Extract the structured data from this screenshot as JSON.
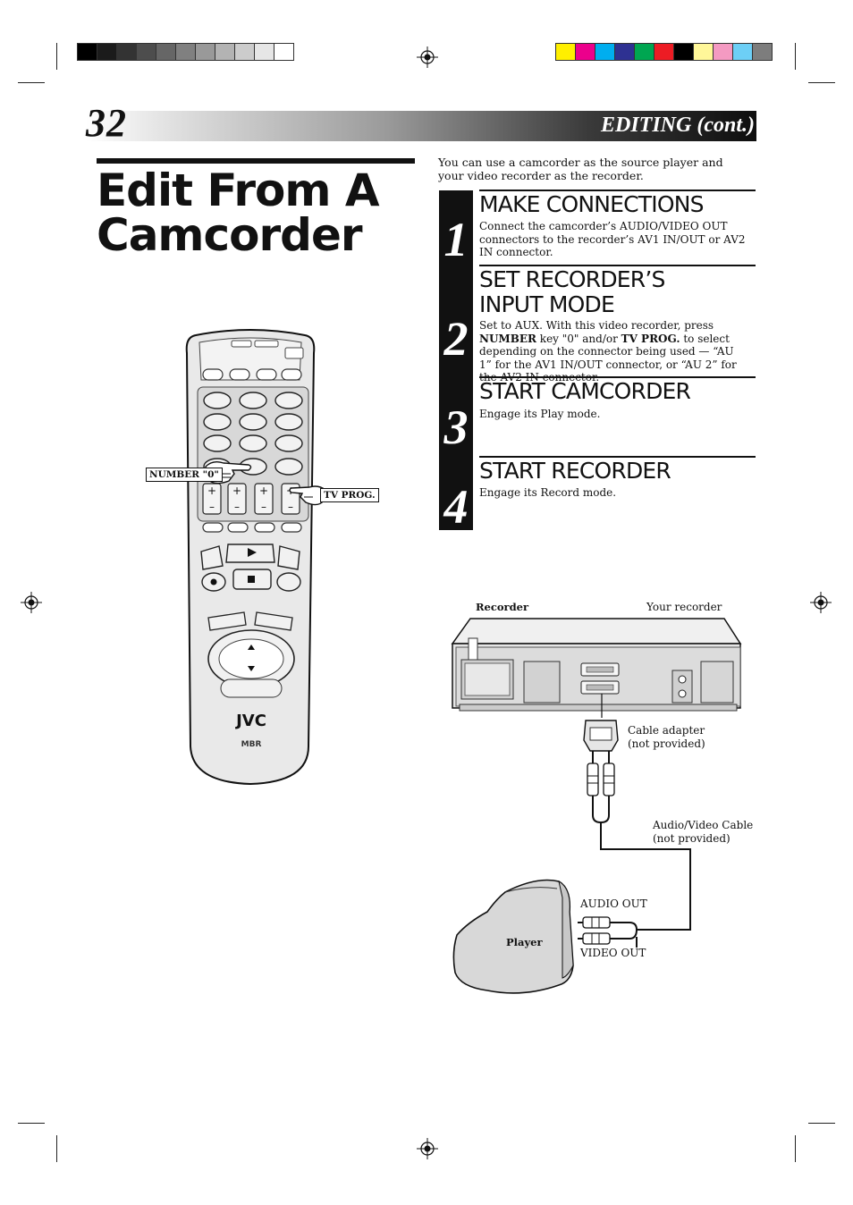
{
  "header": {
    "page_number": "32",
    "section": "EDITING (cont.)"
  },
  "title": "Edit From A Camcorder",
  "intro": "You can use a camcorder as the source player and your video recorder as the recorder.",
  "steps": [
    {
      "number": "1",
      "heading": "MAKE CONNECTIONS",
      "body": "Connect the camcorder’s AUDIO/VIDEO OUT connectors to the recorder’s AV1 IN/OUT or AV2 IN connector."
    },
    {
      "number": "2",
      "heading": "SET RECORDER’S INPUT MODE",
      "body_parts": [
        "Set to AUX. With this video recorder, press ",
        "NUMBER",
        " key \"0\" and/or ",
        "TV PROG.",
        " to select depending on the connector being used — “AU 1” for the AV1 IN/OUT connector, or “AU 2” for the AV2 IN connector."
      ]
    },
    {
      "number": "3",
      "heading": "START CAMCORDER",
      "body": "Engage its Play mode."
    },
    {
      "number": "4",
      "heading": "START RECORDER",
      "body": "Engage its Record mode."
    }
  ],
  "remote": {
    "callout_number": "NUMBER \"0\"",
    "callout_tvprog": "TV PROG.",
    "brand": "JVC",
    "logo": "MBR"
  },
  "diagram": {
    "recorder_label": "Recorder",
    "your_recorder": "Your recorder",
    "cable_adapter_line1": "Cable adapter",
    "cable_adapter_line2": "(not provided)",
    "av_cable_line1": "Audio/Video Cable",
    "av_cable_line2": "(not provided)",
    "audio_out": "AUDIO OUT",
    "video_out": "VIDEO OUT",
    "player_label": "Player"
  },
  "colors": {
    "gray_bar": [
      "#000000",
      "#1b1b1b",
      "#333333",
      "#4d4d4d",
      "#666666",
      "#808080",
      "#999999",
      "#b3b3b3",
      "#cccccc",
      "#e6e6e6",
      "#ffffff"
    ],
    "color_bar": [
      "#ffef00",
      "#ec008c",
      "#00aeef",
      "#2e3192",
      "#00a651",
      "#ed1c24",
      "#000000",
      "#fff799",
      "#f49ac2",
      "#6dcff6",
      "#7d7d7d"
    ]
  }
}
